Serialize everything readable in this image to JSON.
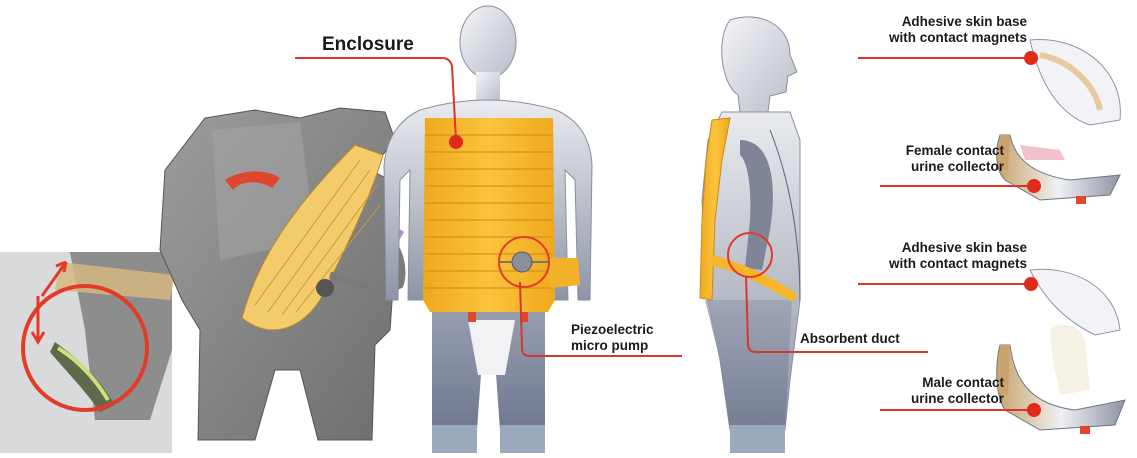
{
  "labels": {
    "enclosure": "Enclosure",
    "pump_line1": "Piezoelectric",
    "pump_line2": "micro pump",
    "absorbent_duct": "Absorbent duct",
    "adhesive_base_top_line1": "Adhesive skin base",
    "adhesive_base_top_line2": "with contact magnets",
    "female_line1": "Female contact",
    "female_line2": "urine collector",
    "adhesive_base_bottom_line1": "Adhesive skin base",
    "adhesive_base_bottom_line2": "with contact magnets",
    "male_line1": "Male contact",
    "male_line2": "urine collector"
  },
  "colors": {
    "leader_line": "#d9362b",
    "enclosure_yellow": "#f6b52a",
    "garment_grey": "#8b8b8b",
    "body_grey": "#b9bcc4",
    "pants_blue": "#8a93a8",
    "arrow_red": "#e0452e"
  }
}
